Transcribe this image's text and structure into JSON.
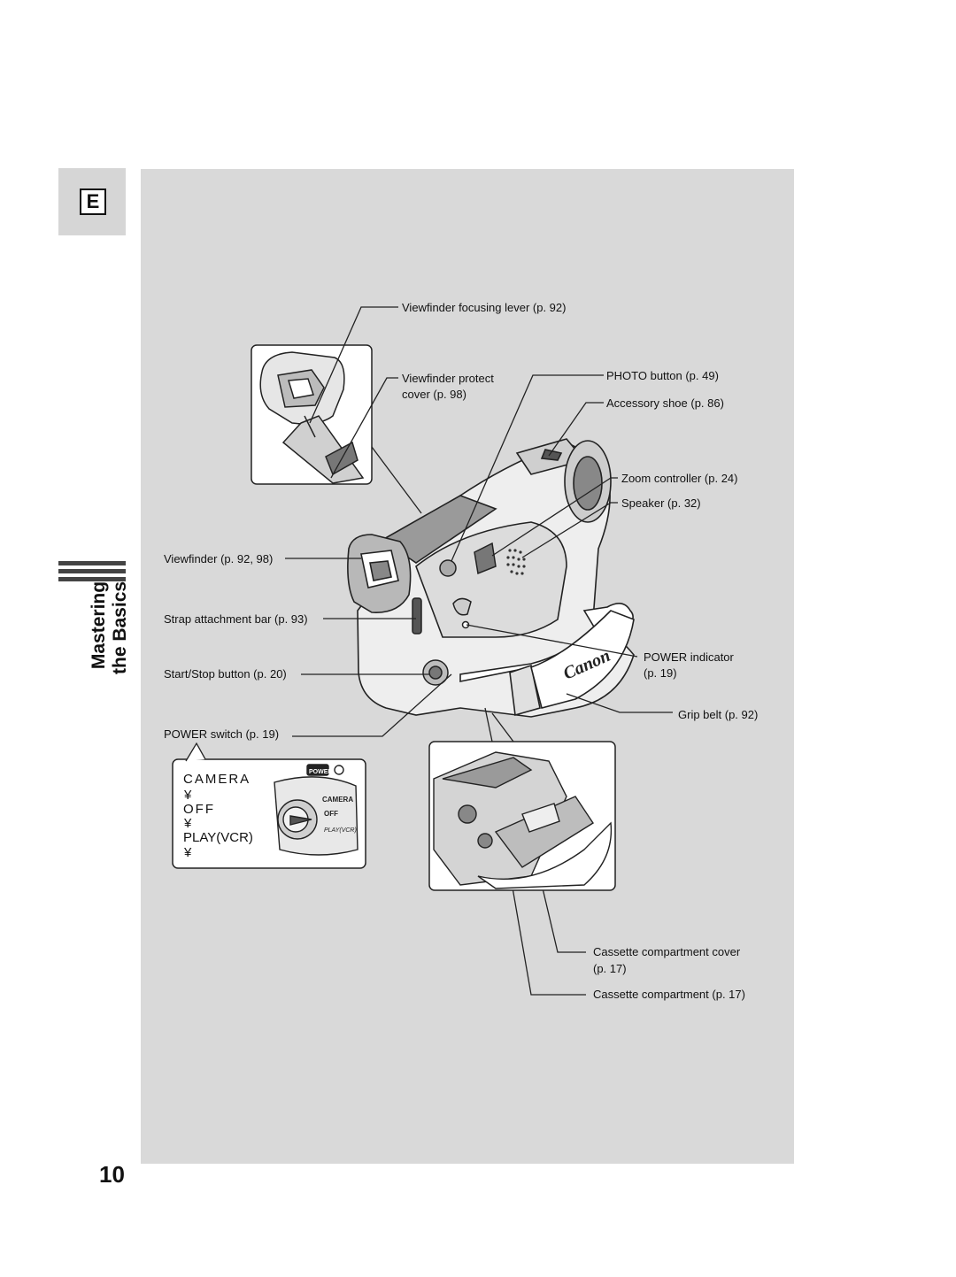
{
  "tab": {
    "letter": "E"
  },
  "section": {
    "line1": "Mastering",
    "line2": "the Basics"
  },
  "page_number": "10",
  "labels": {
    "vf_focus": "Viewfinder focusing lever (p. 92)",
    "vf_protect_1": "Viewfinder protect",
    "vf_protect_2": "cover (p. 98)",
    "photo": "PHOTO button (p. 49)",
    "accessory": "Accessory shoe (p. 86)",
    "zoom": "Zoom controller (p. 24)",
    "speaker": "Speaker (p. 32)",
    "viewfinder": "Viewfinder (p. 92, 98)",
    "strap": "Strap attachment bar (p. 93)",
    "startstop": "Start/Stop button (p. 20)",
    "power_ind_1": "POWER indicator",
    "power_ind_2": "(p. 19)",
    "grip": "Grip belt (p. 92)",
    "power_switch": "POWER switch (p. 19)",
    "cassette_cover_1": "Cassette compartment cover",
    "cassette_cover_2": "(p. 17)",
    "cassette": "Cassette compartment (p. 17)"
  },
  "power_switch_inset": {
    "camera": "CAMERA",
    "off": "OFF",
    "play": "PLAY(VCR)",
    "badge": "POWER",
    "dial_camera": "CAMERA",
    "dial_off": "OFF",
    "dial_play": "PLAY(VCR)"
  },
  "brand": "Canon"
}
